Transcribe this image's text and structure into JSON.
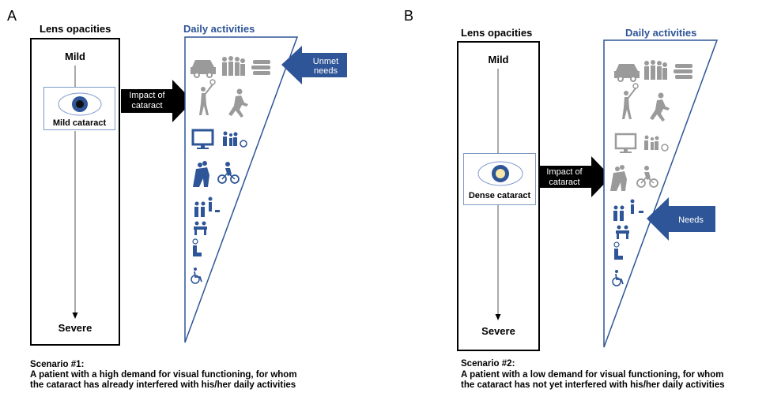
{
  "panel_a": {
    "letter": "A",
    "lens_title": "Lens opacities",
    "daily_title": "Daily activities",
    "mild": "Mild",
    "severe": "Severe",
    "cataract_label": "Mild cataract",
    "impact_label_1": "Impact of",
    "impact_label_2": "cataract",
    "needs_label_1": "Unmet",
    "needs_label_2": "needs",
    "scenario_title": "Scenario #1:",
    "scenario_line1": "A patient with a high demand for visual functioning, for whom",
    "scenario_line2": "the cataract has already interfered with his/her daily activities"
  },
  "panel_b": {
    "letter": "B",
    "lens_title": "Lens opacities",
    "daily_title": "Daily activities",
    "mild": "Mild",
    "severe": "Severe",
    "cataract_label": "Dense cataract",
    "impact_label_1": "Impact of",
    "impact_label_2": "cataract",
    "needs_label": "Needs",
    "scenario_title": "Scenario #2:",
    "scenario_line1": "A patient with a low demand for visual functioning, for whom",
    "scenario_line2": "the cataract has not yet interfered with his/her daily activities"
  },
  "colors": {
    "blue": "#2e5597",
    "gray": "#9a9a9a",
    "black": "#000000"
  },
  "icons": [
    "car-icon",
    "crowd-icon",
    "books-icon",
    "tennis-icon",
    "runner-icon",
    "monitor-icon",
    "family-bike-icon",
    "dancers-icon",
    "cyclist-icon",
    "elderly-couple-icon",
    "dog-walker-icon",
    "dining-icon",
    "seated-person-icon",
    "wheelchair-icon"
  ]
}
